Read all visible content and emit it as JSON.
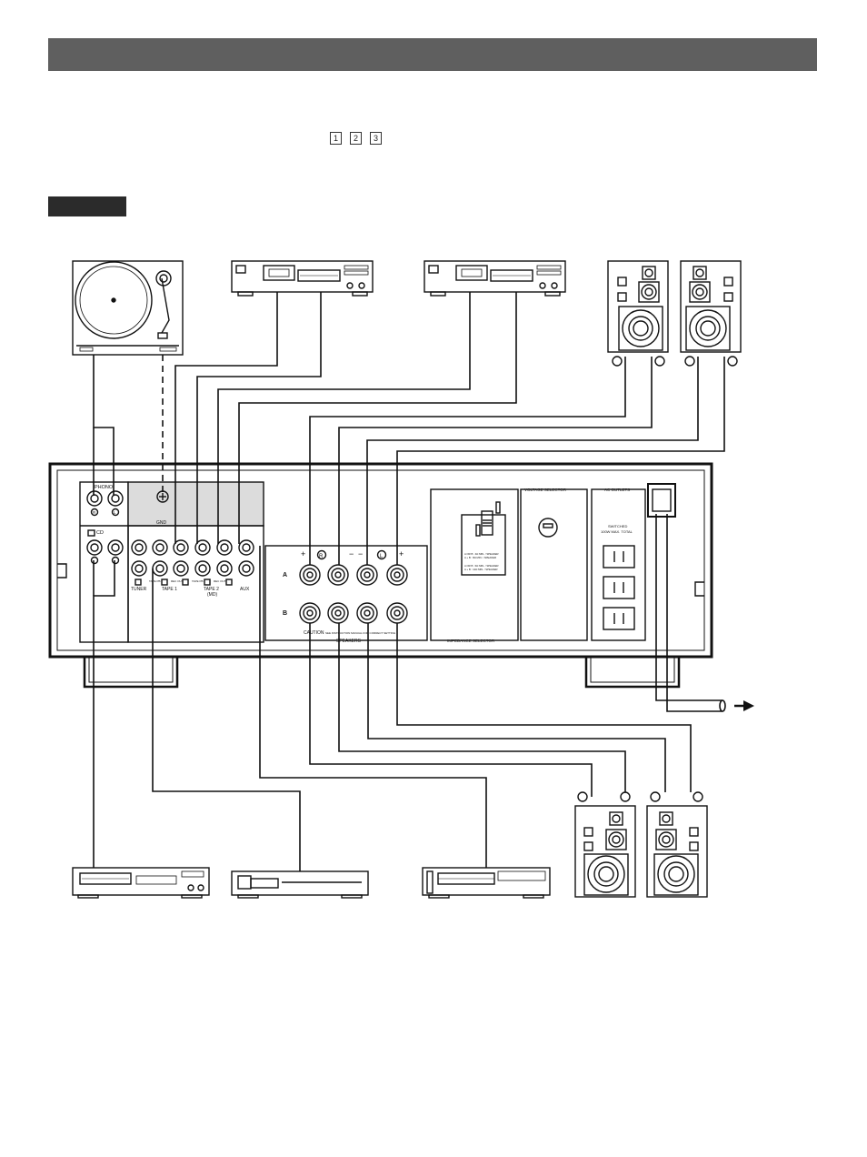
{
  "header": {
    "bar_color": "#5f5f5f"
  },
  "intro": {
    "step_numbers": [
      "1",
      "2",
      "3"
    ]
  },
  "tag": {
    "box_color": "#2b2b2b"
  },
  "receiver": {
    "phono_label": "PHONO",
    "cd_label": "CD",
    "gnd_label": "GND",
    "channel_r": "R",
    "channel_l": "L",
    "inputs": {
      "tuner": "TUNER",
      "tape1": "TAPE 1",
      "tape2": "TAPE 2",
      "tape2_sub": "(MD)",
      "aux": "AUX",
      "tape_pb": "TAPE PB",
      "rec_out": "REC OUT"
    },
    "speakers": {
      "plus": "+",
      "minus": "−",
      "row_a": "A",
      "row_b": "B",
      "caution": "CAUTION",
      "caution_note": "SEE INSTRUCTION MANUAL FOR CORRECT SETTING",
      "group_label": "SPEAKERS"
    },
    "impedance": {
      "label": "IMPEDANCE SELECTOR",
      "line1": "A OR B : 4Ω MIN. / SPEAKER",
      "line2": "A + B : 8Ω MIN. / SPEAKER",
      "line3": "A OR B : 6Ω MIN. / SPEAKER",
      "line4": "A + B : 12Ω MIN. / SPEAKER"
    },
    "voltage": {
      "label": "VOLTAGE SELECTOR"
    },
    "ac": {
      "label": "AC OUTLETS",
      "switched": "SWITCHED",
      "rating": "100W MAX. TOTAL"
    }
  }
}
